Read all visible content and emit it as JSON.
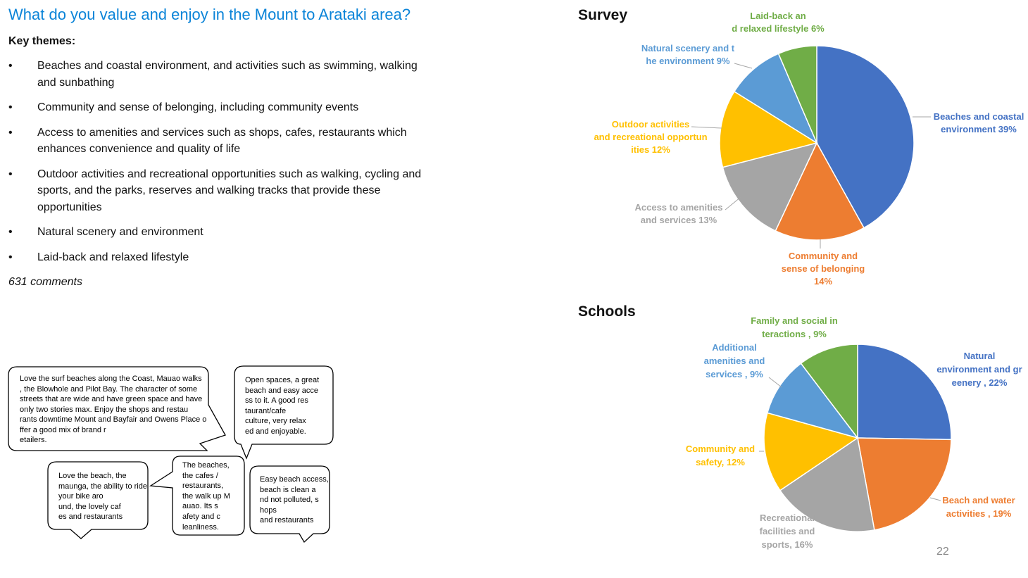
{
  "page": {
    "title": "What do you value and enjoy in the Mount to Arataki area?",
    "key_themes_label": "Key themes:",
    "themes": [
      "Beaches and coastal environment, and activities such as swimming, walking and sunbathing",
      "Community and sense of belonging, including community events",
      "Access to amenities and services such as shops, cafes, restaurants which enhances convenience and quality of life",
      "Outdoor activities and recreational opportunities such as walking, cycling and sports, and the parks, reserves and walking tracks that provide these opportunities",
      "Natural scenery and environment",
      "Laid-back and relaxed lifestyle"
    ],
    "comments_count": "631 comments",
    "page_number": "22",
    "quotes": [
      "Love the surf beaches along the Coast, Mauao walks, the Blowhole and Pilot Bay.  The character of some streets that are wide and have green space and have only two stories max.  Enjoy the shops and restaurants downtime Mount and Bayfair and Owens Place offer a good mix of brand retailers.",
      "Open spaces, a great beach and easy access to it. A good restaurant/cafe culture, very relaxed and enjoyable.",
      "Love the beach, the maunga, the ability to ride your bike around, the lovely cafes and restaurants",
      "The beaches, the cafes / restaurants, the walk up Mauao. Its safety and cleanliness.",
      "Easy beach access, beach is clean and not polluted, shops and restaurants"
    ]
  },
  "chart_data": [
    {
      "type": "pie",
      "title": "Survey",
      "slices": [
        {
          "label": "Beaches and coastal environment 39%",
          "value": 39,
          "color": "#4472c4"
        },
        {
          "label": "Community and sense of belonging 14%",
          "value": 14,
          "color": "#ed7d31"
        },
        {
          "label": "Access to amenities and services 13%",
          "value": 13,
          "color": "#a5a5a5"
        },
        {
          "label": "Outdoor activities and recreational opportunities 12%",
          "value": 12,
          "color": "#ffc000"
        },
        {
          "label": "Natural scenery and the environment 9%",
          "value": 9,
          "color": "#5b9bd5"
        },
        {
          "label": "Laid-back and relaxed lifestyle 6%",
          "value": 6,
          "color": "#70ad47"
        }
      ]
    },
    {
      "type": "pie",
      "title": "Schools",
      "slices": [
        {
          "label": "Natural environment and greenery , 22%",
          "value": 22,
          "color": "#4472c4"
        },
        {
          "label": "Beach and water activities , 19%",
          "value": 19,
          "color": "#ed7d31"
        },
        {
          "label": "Recreational facilities and sports, 16%",
          "value": 16,
          "color": "#a5a5a5"
        },
        {
          "label": "Community and safety, 12%",
          "value": 12,
          "color": "#ffc000"
        },
        {
          "label": "Additional amenities and services , 9%",
          "value": 9,
          "color": "#5b9bd5"
        },
        {
          "label": "Family and social interactions , 9%",
          "value": 9,
          "color": "#70ad47"
        }
      ]
    }
  ]
}
